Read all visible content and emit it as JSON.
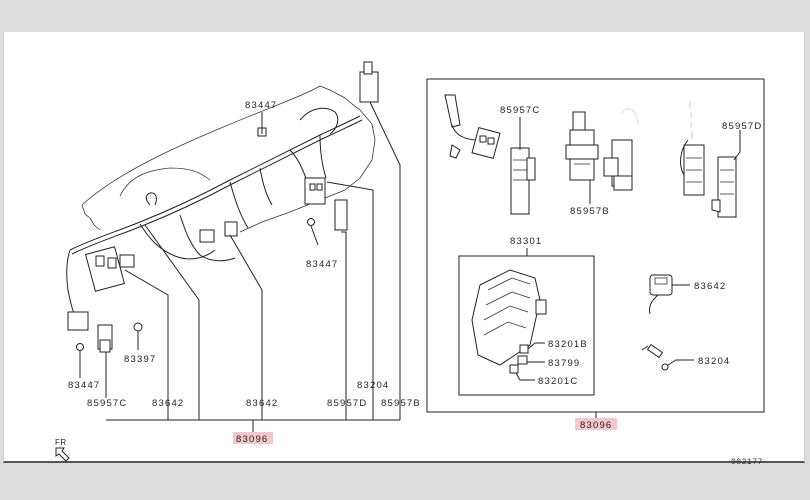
{
  "diagram": {
    "title": "Instrument panel wiring harness parts diagram",
    "drawing_code": "002177",
    "direction_marker": "FR",
    "highlight_color": "#f4c7c9",
    "left_assembly": {
      "assembly_number": "83096",
      "callouts": [
        {
          "id": "c1",
          "label": "83447"
        },
        {
          "id": "c2",
          "label": "83447"
        },
        {
          "id": "c3",
          "label": "83397"
        },
        {
          "id": "c4",
          "label": "83447"
        },
        {
          "id": "c5",
          "label": "85957C"
        },
        {
          "id": "c6",
          "label": "83642"
        },
        {
          "id": "c7",
          "label": "83642"
        },
        {
          "id": "c8",
          "label": "85957D"
        },
        {
          "id": "c9",
          "label": "83204"
        },
        {
          "id": "c10",
          "label": "85957B"
        }
      ]
    },
    "right_assembly": {
      "assembly_number": "83096",
      "callouts": [
        {
          "id": "r1",
          "label": "85957C"
        },
        {
          "id": "r2",
          "label": "85957B"
        },
        {
          "id": "r3",
          "label": "85957D"
        },
        {
          "id": "r4",
          "label": "83301"
        },
        {
          "id": "r5",
          "label": "83201B"
        },
        {
          "id": "r6",
          "label": "83799"
        },
        {
          "id": "r7",
          "label": "83201C"
        },
        {
          "id": "r8",
          "label": "83642"
        },
        {
          "id": "r9",
          "label": "83204"
        }
      ]
    }
  }
}
